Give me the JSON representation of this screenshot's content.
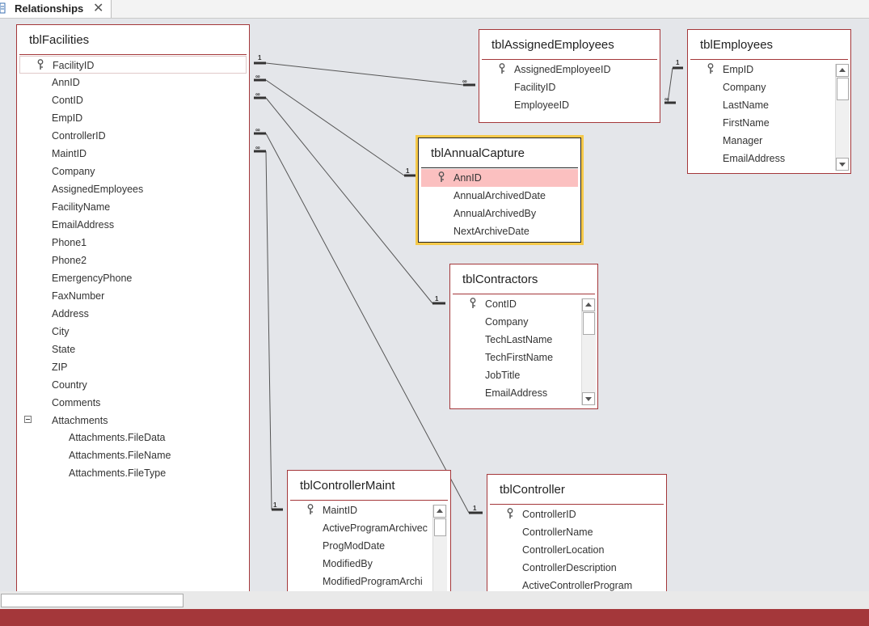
{
  "tab": {
    "label": "Relationships"
  },
  "tables": {
    "facilities": {
      "name": "tblFacilities",
      "fields": [
        "FacilityID",
        "AnnID",
        "ContID",
        "EmpID",
        "ControllerID",
        "MaintID",
        "Company",
        "AssignedEmployees",
        "FacilityName",
        "EmailAddress",
        "Phone1",
        "Phone2",
        "EmergencyPhone",
        "FaxNumber",
        "Address",
        "City",
        "State",
        "ZIP",
        "Country",
        "Comments",
        "Attachments"
      ],
      "subfields": [
        "Attachments.FileData",
        "Attachments.FileName",
        "Attachments.FileType"
      ]
    },
    "assigned": {
      "name": "tblAssignedEmployees",
      "fields": [
        "AssignedEmployeeID",
        "FacilityID",
        "EmployeeID"
      ]
    },
    "employees": {
      "name": "tblEmployees",
      "fields": [
        "EmpID",
        "Company",
        "LastName",
        "FirstName",
        "Manager",
        "EmailAddress"
      ]
    },
    "annual": {
      "name": "tblAnnualCapture",
      "fields": [
        "AnnID",
        "AnnualArchivedDate",
        "AnnualArchivedBy",
        "NextArchiveDate"
      ]
    },
    "contractors": {
      "name": "tblContractors",
      "fields": [
        "ContID",
        "Company",
        "TechLastName",
        "TechFirstName",
        "JobTitle",
        "EmailAddress"
      ]
    },
    "maint": {
      "name": "tblControllerMaint",
      "fields": [
        "MaintID",
        "ActiveProgramArchivec",
        "ProgModDate",
        "ModifiedBy",
        "ModifiedProgramArchi"
      ]
    },
    "controller": {
      "name": "tblController",
      "fields": [
        "ControllerID",
        "ControllerName",
        "ControllerLocation",
        "ControllerDescription",
        "ActiveControllerProgram"
      ]
    }
  },
  "relationships": {
    "one_label": "1",
    "many_label": "∞"
  },
  "colors": {
    "accent": "#a4373a",
    "selection": "#f5c94a",
    "highlight": "#fbc0c0",
    "canvas": "#e4e6ea"
  },
  "icons": {
    "key": "key-icon",
    "close": "close-icon",
    "expander": "collapse-icon",
    "tab": "relationships-icon"
  }
}
